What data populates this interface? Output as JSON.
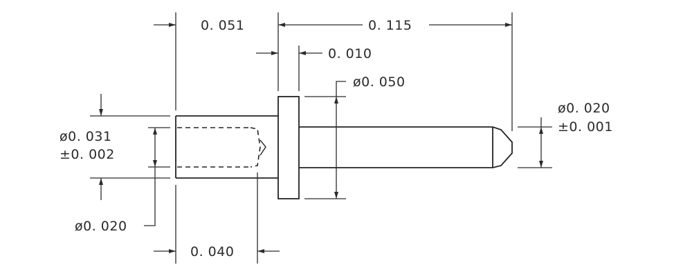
{
  "dimensions": {
    "head_length": "0. 051",
    "total_length": "0. 115",
    "flange_thickness": "0. 010",
    "flange_diameter": "ø0. 050",
    "tip_diameter": "ø0. 020",
    "tip_tolerance": "±0. 001",
    "barrel_diameter": "ø0. 031",
    "barrel_tolerance": "±0. 002",
    "bore_diameter": "ø0. 020",
    "bore_depth": "0. 040"
  }
}
